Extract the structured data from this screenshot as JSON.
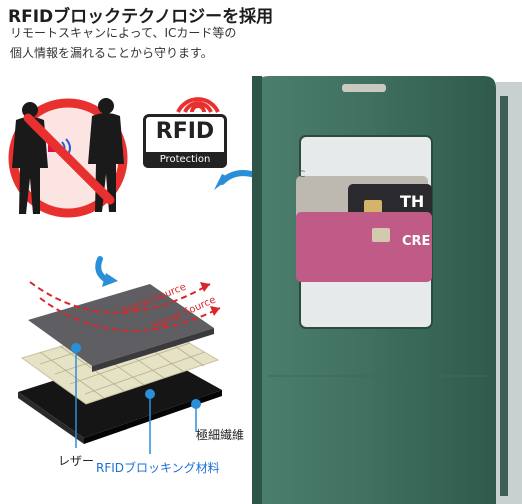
{
  "headline": "RFIDブロックテクノロジーを採用",
  "subline_1": "リモートスキャンによって、ICカード等の",
  "subline_2": "個人情報を漏れることから守ります。",
  "rfid_badge": {
    "main": "RFID",
    "sub": "Protection"
  },
  "signal_label_1": "Signal Source",
  "signal_label_2": "Signal Source",
  "layer_labels": {
    "leather": "レザー",
    "fiber": "極細繊維",
    "rfid_material": "RFIDブロッキング材料"
  },
  "cards": {
    "card1_text": "TH",
    "card2_text": "CRE",
    "card3_text": "C"
  },
  "colors": {
    "case_green": "#3f6f5f",
    "accent_blue": "#1d6fd6",
    "no_red": "#e8312f",
    "signal_red": "#d9262a"
  }
}
